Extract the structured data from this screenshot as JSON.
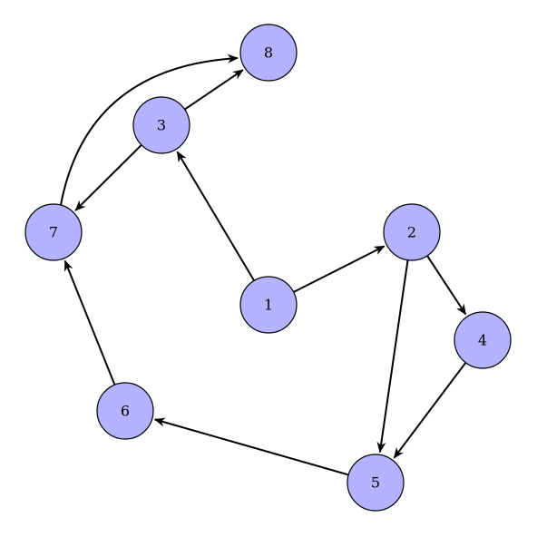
{
  "colors": {
    "node_fill": "#b3b3ff",
    "node_stroke": "#000000",
    "edge": "#000000",
    "background": "#ffffff"
  },
  "nodes": [
    {
      "id": "1",
      "label": "1"
    },
    {
      "id": "2",
      "label": "2"
    },
    {
      "id": "3",
      "label": "3"
    },
    {
      "id": "4",
      "label": "4"
    },
    {
      "id": "5",
      "label": "5"
    },
    {
      "id": "6",
      "label": "6"
    },
    {
      "id": "7",
      "label": "7"
    },
    {
      "id": "8",
      "label": "8"
    }
  ],
  "edges": [
    {
      "from": "1",
      "to": "2"
    },
    {
      "from": "1",
      "to": "3"
    },
    {
      "from": "2",
      "to": "4"
    },
    {
      "from": "2",
      "to": "5"
    },
    {
      "from": "4",
      "to": "5"
    },
    {
      "from": "5",
      "to": "6"
    },
    {
      "from": "6",
      "to": "7"
    },
    {
      "from": "3",
      "to": "7"
    },
    {
      "from": "3",
      "to": "8"
    },
    {
      "from": "7",
      "to": "8",
      "curved": true
    }
  ]
}
